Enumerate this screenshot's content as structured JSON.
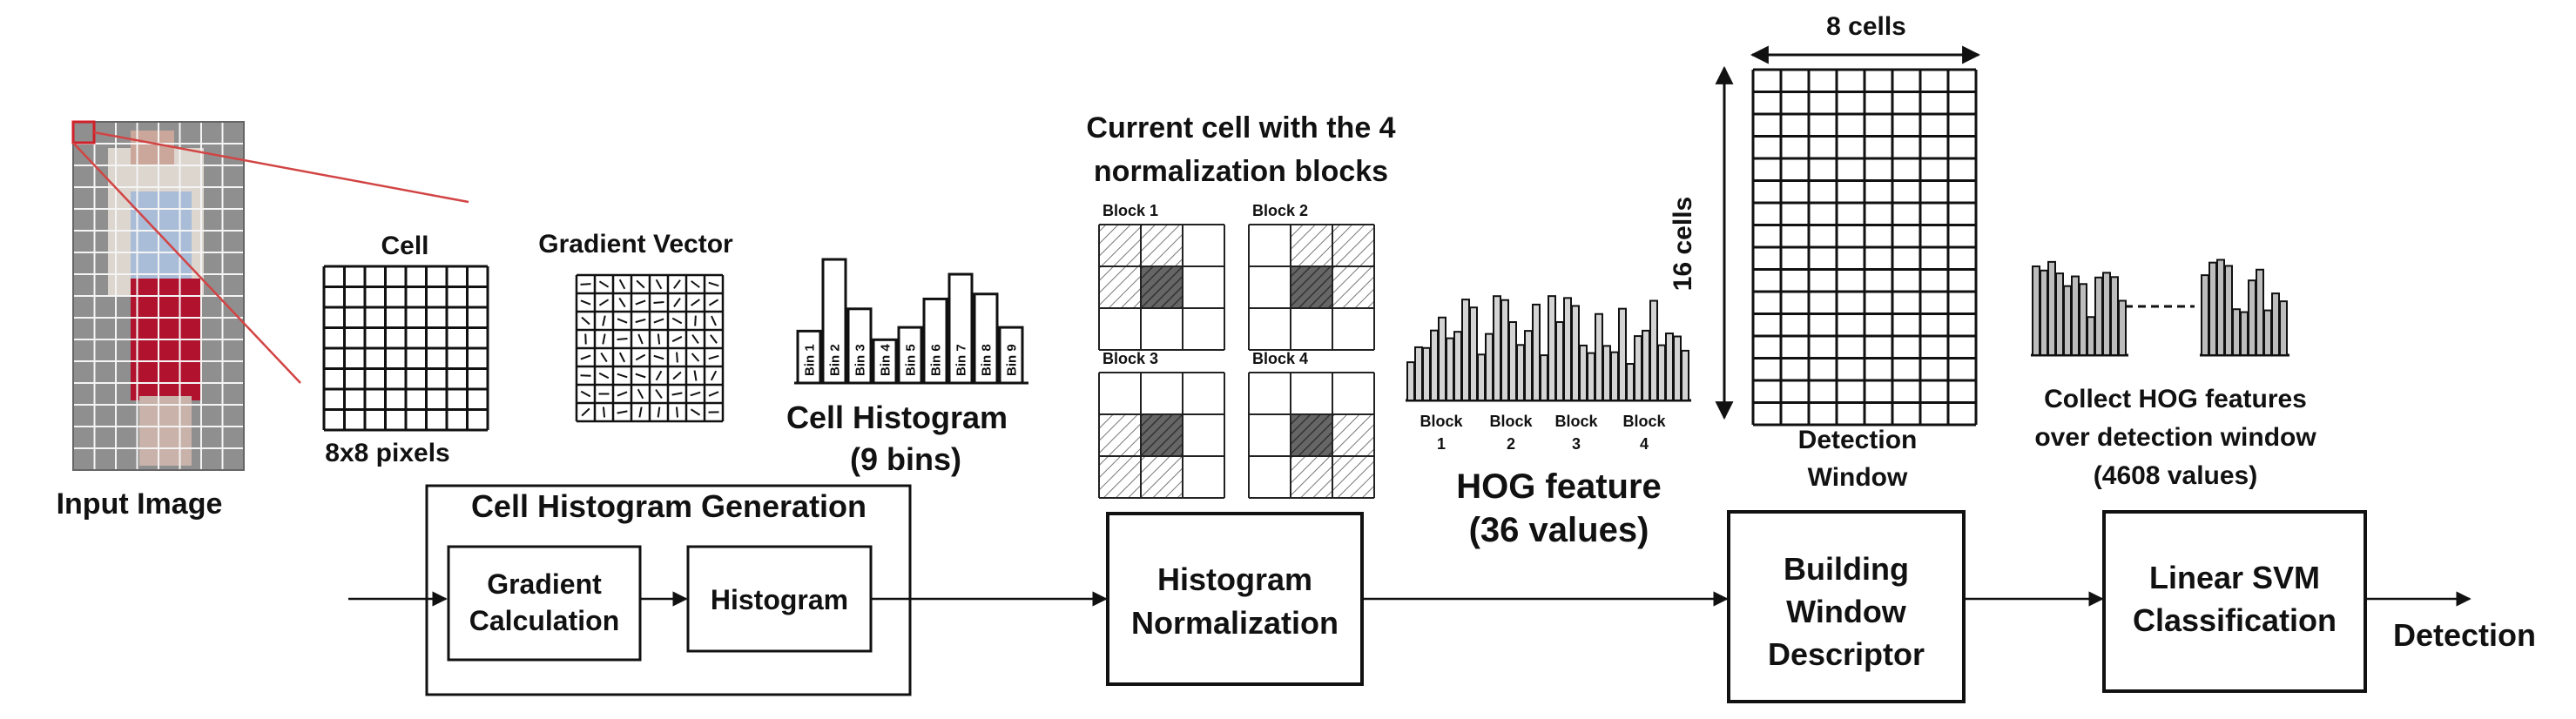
{
  "input_image": {
    "label": "Input Image"
  },
  "cell": {
    "title": "Cell",
    "caption": "8x8 pixels"
  },
  "gradient_vector": {
    "title": "Gradient Vector"
  },
  "cell_histogram": {
    "bin_labels": [
      "Bin 1",
      "Bin 2",
      "Bin 3",
      "Bin 4",
      "Bin 5",
      "Bin 6",
      "Bin 7",
      "Bin 8",
      "Bin 9"
    ],
    "bin_levels": [
      0.42,
      1.0,
      0.6,
      0.35,
      0.45,
      0.68,
      0.88,
      0.72,
      0.45
    ],
    "caption_line1": "Cell Histogram",
    "caption_line2": "(9 bins)"
  },
  "normalization_blocks": {
    "title_line1": "Current cell with the 4",
    "title_line2": "normalization blocks",
    "block_labels": [
      "Block 1",
      "Block 2",
      "Block 3",
      "Block 4"
    ]
  },
  "hog_feature": {
    "block_labels": [
      "Block",
      "Block",
      "Block",
      "Block"
    ],
    "block_numbers": [
      "1",
      "2",
      "3",
      "4"
    ],
    "caption_line1": "HOG feature",
    "caption_line2": "(36 values)"
  },
  "detection_window": {
    "width_label": "8 cells",
    "height_label": "16 cells",
    "caption_line1": "Detection",
    "caption_line2": "Window"
  },
  "collect": {
    "caption_line1": "Collect HOG features",
    "caption_line2": "over detection window",
    "caption_line3": "(4608 values)"
  },
  "pipeline": {
    "group_title": "Cell Histogram Generation",
    "gradient_line1": "Gradient",
    "gradient_line2": "Calculation",
    "histogram": "Histogram",
    "normalization_line1": "Histogram",
    "normalization_line2": "Normalization",
    "window_line1": "Building",
    "window_line2": "Window",
    "window_line3": "Descriptor",
    "svm_line1": "Linear SVM",
    "svm_line2": "Classification",
    "output": "Detection"
  }
}
